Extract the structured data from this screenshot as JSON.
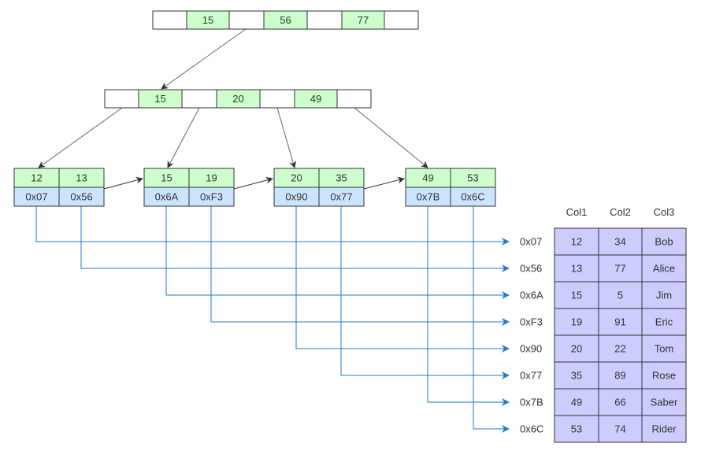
{
  "colors": {
    "key_fill": "#ccffcc",
    "ptr_fill": "#cce5ff",
    "empty_fill": "#ffffff",
    "row_fill": "#ccccff",
    "border": "#333333",
    "tree_line": "#666666",
    "link_line": "#333333",
    "pointer_arrow": "#1f7ad8"
  },
  "root_node": {
    "keys": [
      "15",
      "56",
      "77"
    ]
  },
  "internal_node": {
    "keys": [
      "15",
      "20",
      "49"
    ]
  },
  "leaf_nodes": [
    {
      "keys": [
        "12",
        "13"
      ],
      "pointers": [
        "0x07",
        "0x56"
      ]
    },
    {
      "keys": [
        "15",
        "19"
      ],
      "pointers": [
        "0x6A",
        "0xF3"
      ]
    },
    {
      "keys": [
        "20",
        "35"
      ],
      "pointers": [
        "0x90",
        "0x77"
      ]
    },
    {
      "keys": [
        "49",
        "53"
      ],
      "pointers": [
        "0x7B",
        "0x6C"
      ]
    }
  ],
  "table": {
    "headers": [
      "Col1",
      "Col2",
      "Col3"
    ],
    "rows": [
      {
        "address": "0x07",
        "cells": [
          "12",
          "34",
          "Bob"
        ]
      },
      {
        "address": "0x56",
        "cells": [
          "13",
          "77",
          "Alice"
        ]
      },
      {
        "address": "0x6A",
        "cells": [
          "15",
          "5",
          "Jim"
        ]
      },
      {
        "address": "0xF3",
        "cells": [
          "19",
          "91",
          "Eric"
        ]
      },
      {
        "address": "0x90",
        "cells": [
          "20",
          "22",
          "Tom"
        ]
      },
      {
        "address": "0x77",
        "cells": [
          "35",
          "89",
          "Rose"
        ]
      },
      {
        "address": "0x7B",
        "cells": [
          "49",
          "66",
          "Saber"
        ]
      },
      {
        "address": "0x6C",
        "cells": [
          "53",
          "74",
          "Rider"
        ]
      }
    ]
  }
}
